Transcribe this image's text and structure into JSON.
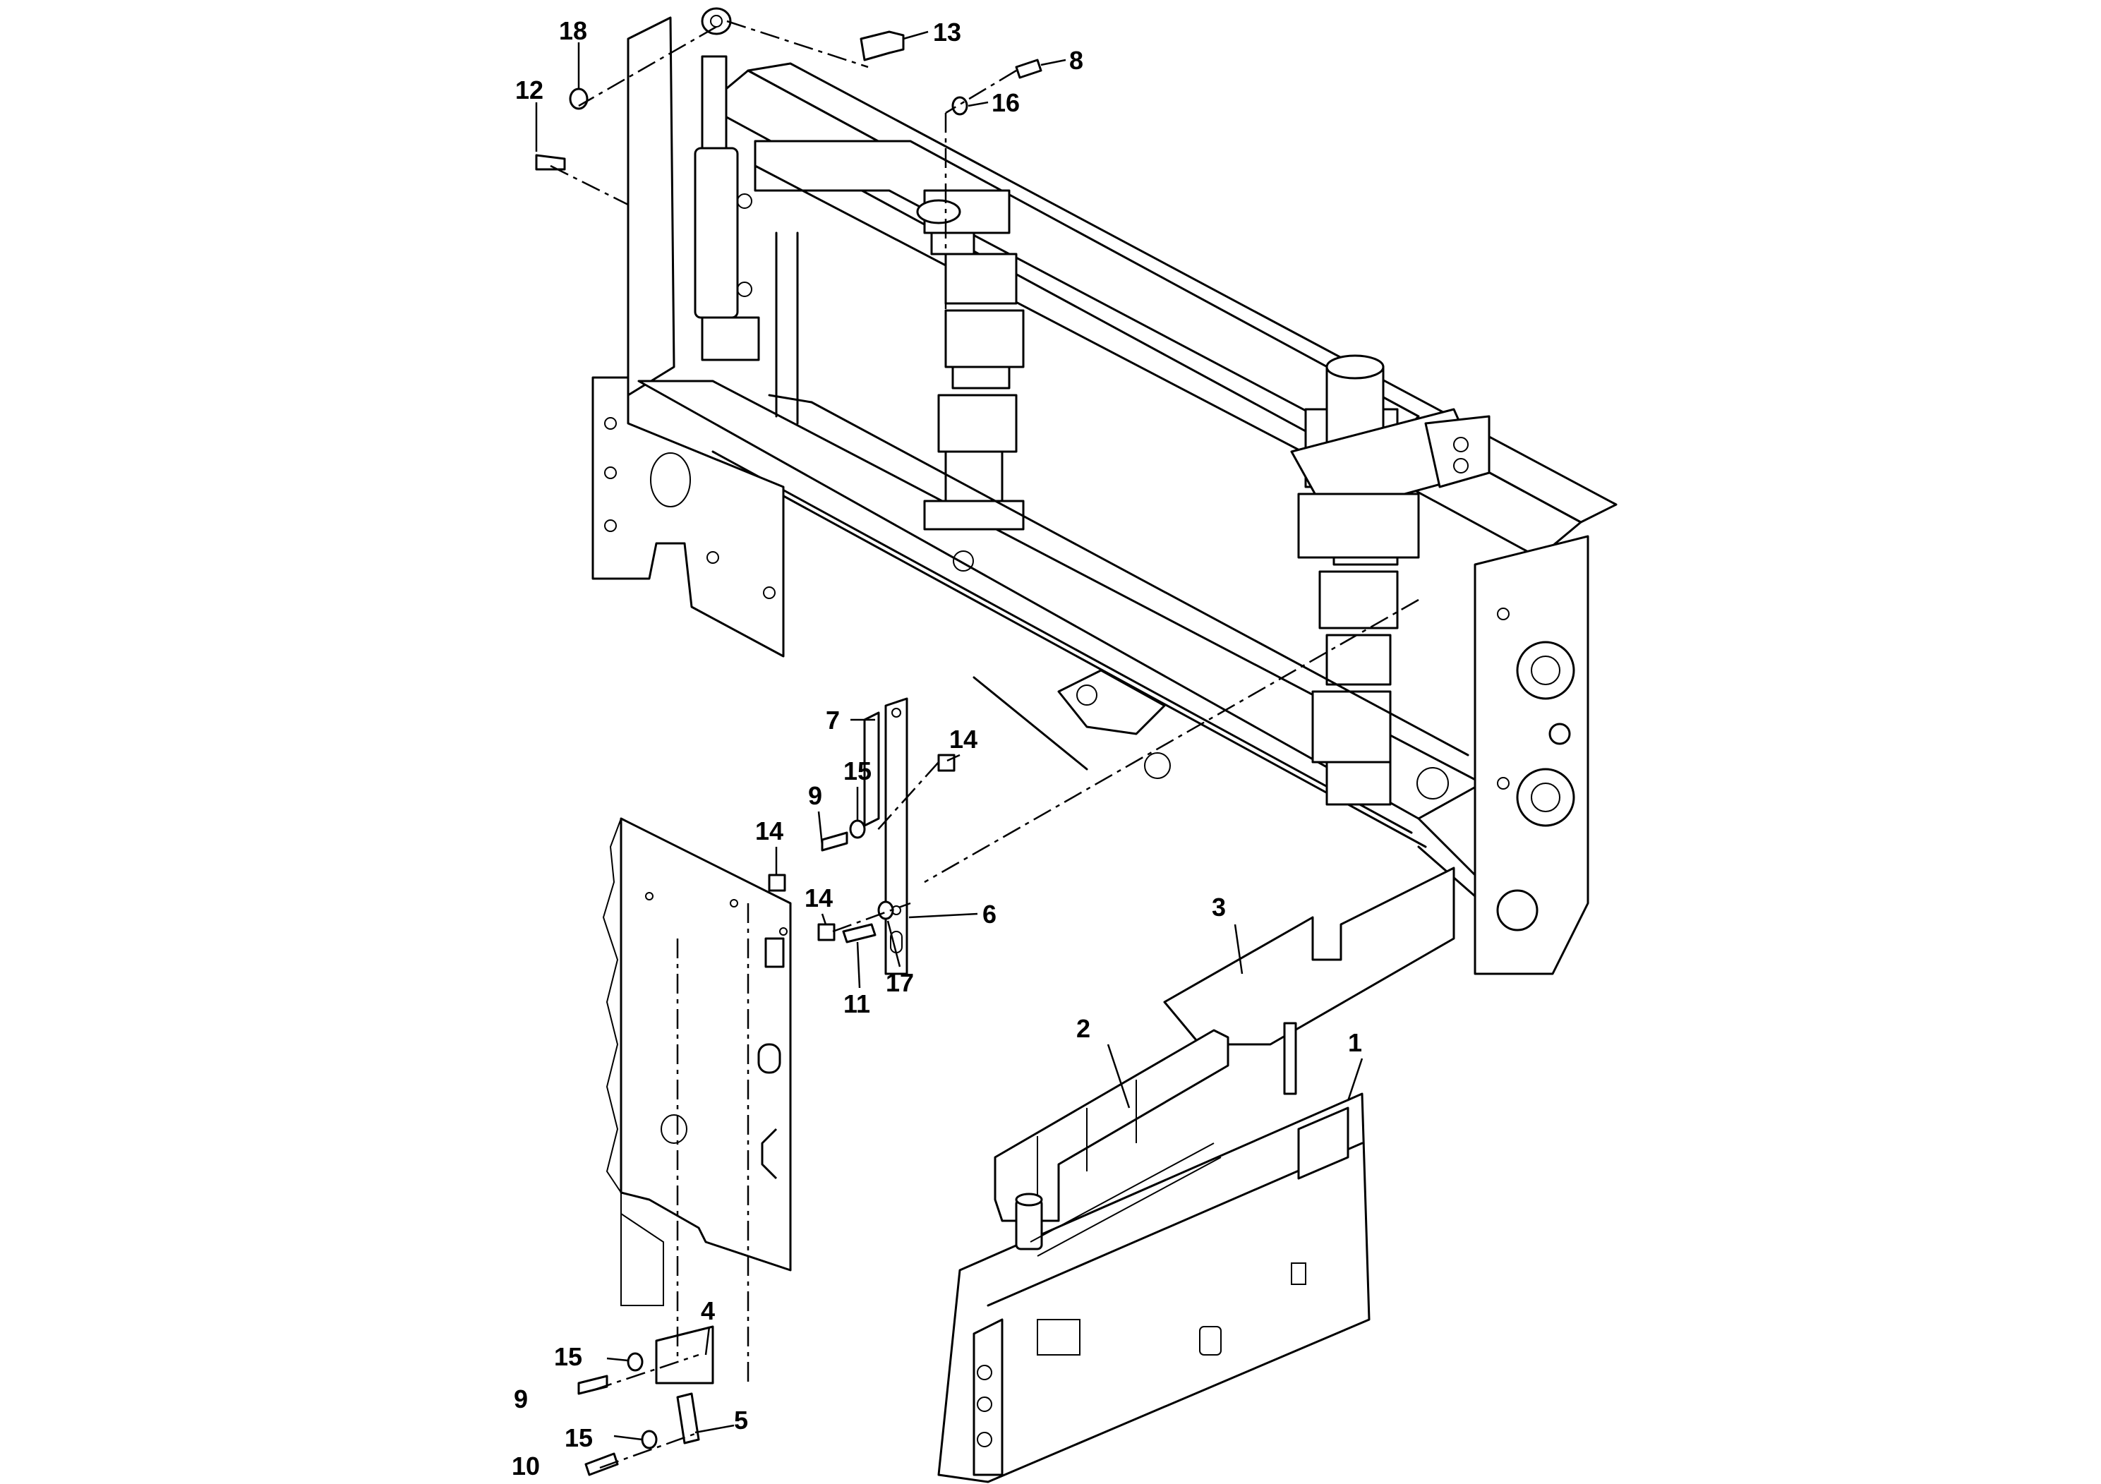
{
  "diagram": {
    "type": "exploded-parts-view",
    "callouts": {
      "c1": "1",
      "c2": "2",
      "c3": "3",
      "c4": "4",
      "c5": "5",
      "c6": "6",
      "c7": "7",
      "c8": "8",
      "c9a": "9",
      "c9b": "9",
      "c10": "10",
      "c11": "11",
      "c12": "12",
      "c13": "13",
      "c14a": "14",
      "c14b": "14",
      "c14c": "14",
      "c15a": "15",
      "c15b": "15",
      "c15c": "15",
      "c16": "16",
      "c17": "17",
      "c18": "18"
    }
  }
}
